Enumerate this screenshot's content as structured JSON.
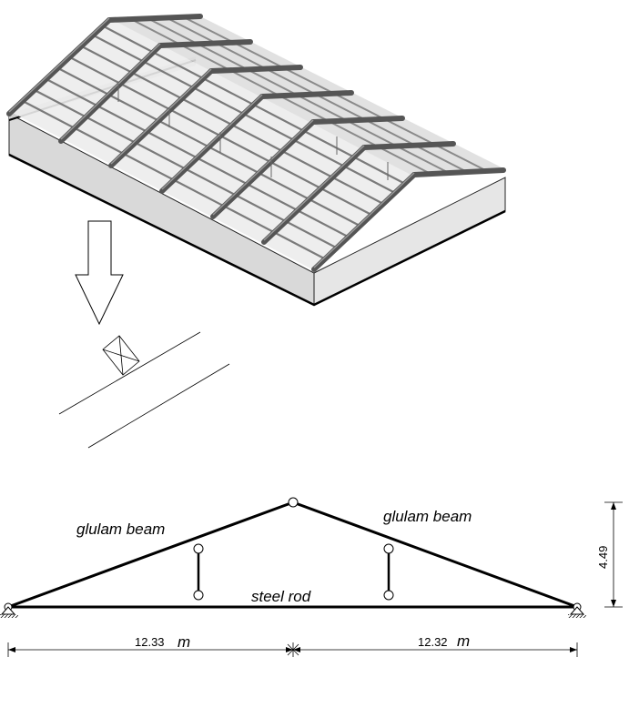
{
  "labels": {
    "glulam_left": "glulam beam",
    "glulam_right": "glulam beam",
    "steel_rod": "steel rod"
  },
  "dimensions": {
    "left_span_value": "12.33",
    "left_span_unit": "m",
    "right_span_value": "12.32",
    "right_span_unit": "m",
    "height_value": "4.49"
  }
}
